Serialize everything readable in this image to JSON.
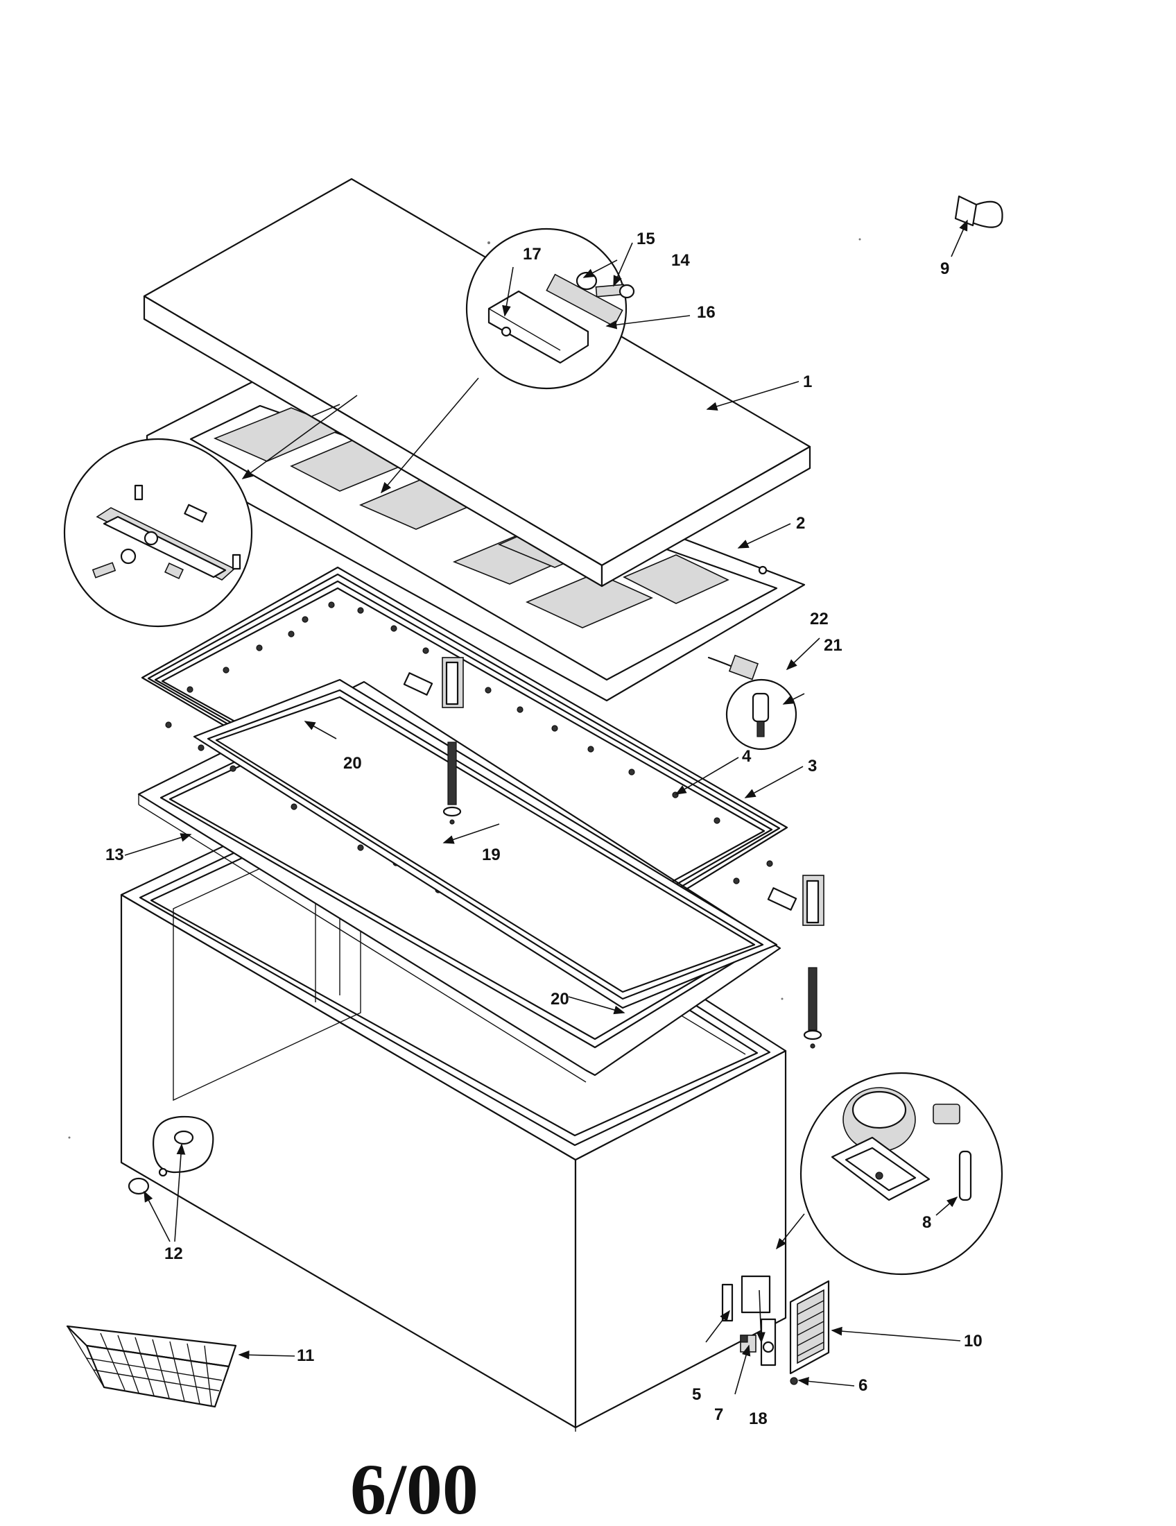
{
  "callouts": {
    "c1": "1",
    "c2": "2",
    "c3": "3",
    "c4": "4",
    "c5": "5",
    "c6": "6",
    "c7": "7",
    "c8": "8",
    "c9": "9",
    "c10": "10",
    "c11": "11",
    "c12": "12",
    "c13": "13",
    "c14": "14",
    "c15": "15",
    "c16": "16",
    "c17": "17",
    "c18": "18",
    "c19": "19",
    "c20a": "20",
    "c20b": "20",
    "c21": "21",
    "c22": "22"
  },
  "footer": {
    "date_code": "6/00"
  }
}
